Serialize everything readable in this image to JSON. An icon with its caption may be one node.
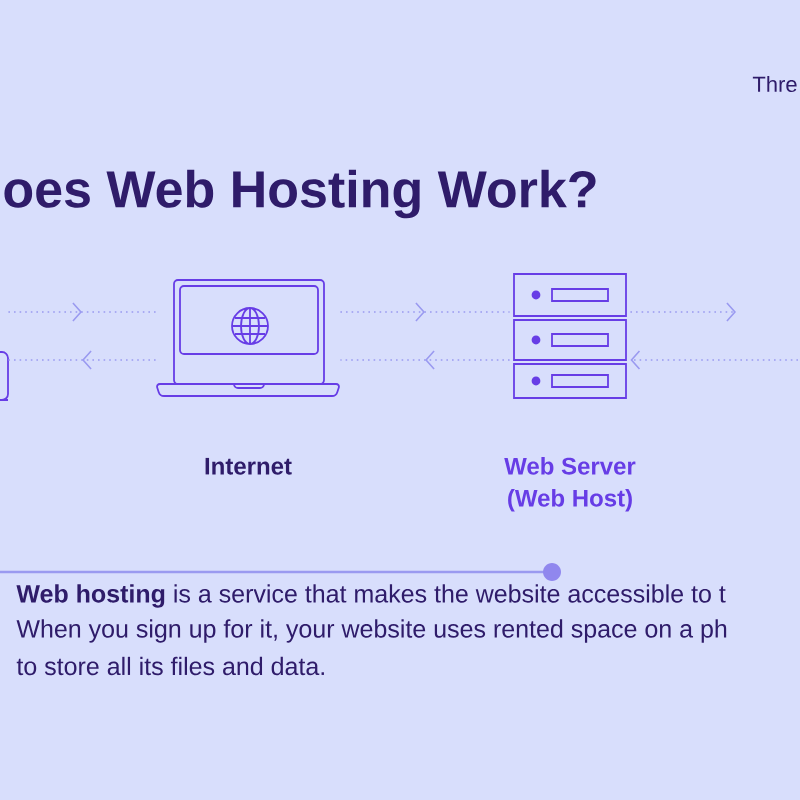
{
  "diagram": {
    "title": "oes Web Hosting Work?",
    "nodes": [
      {
        "text": [],
        "shape": "picture"
      },
      {
        "text": [
          "Internet"
        ]
      },
      {
        "text": [
          "Web Server (Web Host)"
        ]
      }
    ],
    "edges": [
      {
        "from": 0,
        "to": 1,
        "arrow": "to"
      },
      {
        "from": 1,
        "to": 2,
        "arrow": "to"
      },
      {
        "from": 2,
        "to": null,
        "arrow": "to"
      },
      {
        "from": 1,
        "to": 0,
        "arrow": "to"
      },
      {
        "from": 2,
        "to": 1,
        "arrow": "to"
      },
      {
        "from": null,
        "to": 2,
        "arrow": "to"
      }
    ],
    "labels": [
      "Thre",
      "**Web hosting** is a service that makes the website accessible to t",
      "When you sign up for it, your website uses rented space on a ph",
      "to store all its files and data."
    ]
  }
}
